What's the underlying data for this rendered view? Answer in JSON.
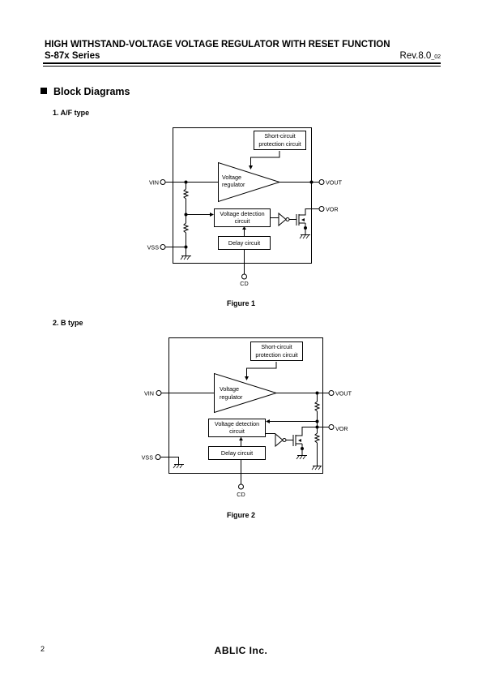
{
  "header": {
    "title": "HIGH WITHSTAND-VOLTAGE VOLTAGE REGULATOR WITH RESET FUNCTION",
    "series": "S-87x Series",
    "revision": "Rev.8.0",
    "revision_suffix": "_02"
  },
  "section": {
    "title": "Block Diagrams"
  },
  "diagram1": {
    "heading": "1.  A/F type",
    "caption": "Figure 1",
    "labels": {
      "short_circuit_line1": "Short-circuit",
      "short_circuit_line2": "protection circuit",
      "regulator_line1": "Voltage",
      "regulator_line2": "regulator",
      "detection_line1": "Voltage detection",
      "detection_line2": "circuit",
      "delay": "Delay circuit",
      "vin": "VIN",
      "vout": "VOUT",
      "vor": "VOR",
      "vss": "VSS",
      "cd": "CD"
    }
  },
  "diagram2": {
    "heading": "2.  B type",
    "caption": "Figure 2",
    "labels": {
      "short_circuit_line1": "Short-circuit",
      "short_circuit_line2": "protection circuit",
      "regulator_line1": "Voltage",
      "regulator_line2": "regulator",
      "detection_line1": "Voltage detection",
      "detection_line2": "circuit",
      "delay": "Delay circuit",
      "vin": "VIN",
      "vout": "VOUT",
      "vor": "VOR",
      "vss": "VSS",
      "cd": "CD"
    }
  },
  "footer": {
    "page_number": "2",
    "company": "ABLIC Inc."
  }
}
